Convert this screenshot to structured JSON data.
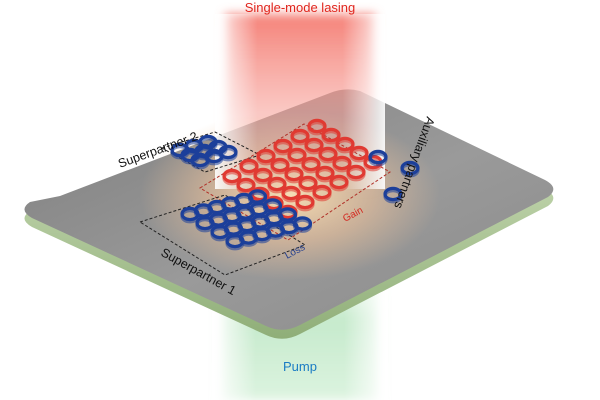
{
  "title": "Single-mode lasing",
  "pump_label": "Pump",
  "labels": {
    "superpartner_1": "Superpartner 1",
    "superpartner_2": "Superpartner 2",
    "auxiliary_partners": "Auxiliary partners",
    "gain": "Gain",
    "loss": "Loss"
  },
  "arrays": {
    "gain_rings": {
      "rows": 5,
      "cols": 6,
      "color": "#e03a32"
    },
    "loss_rings": {
      "rows": 4,
      "cols": 6,
      "color": "#1c3f9a"
    },
    "superpartner_2_rings": {
      "rows": 3,
      "cols": 3,
      "color": "#1c3f9a"
    },
    "auxiliary_rings": {
      "count": 3,
      "color": "#1c3f9a"
    }
  },
  "colors": {
    "lasing_beam": "#f7a29a",
    "pump_beam": "#bfe8c6",
    "title_text": "#e0261e",
    "pump_text": "#1a7cc4",
    "chip_surface": "#8d8d8d",
    "chip_edge": "#b9d0a2",
    "gain_text": "#d4261e",
    "loss_text": "#233f8e"
  }
}
